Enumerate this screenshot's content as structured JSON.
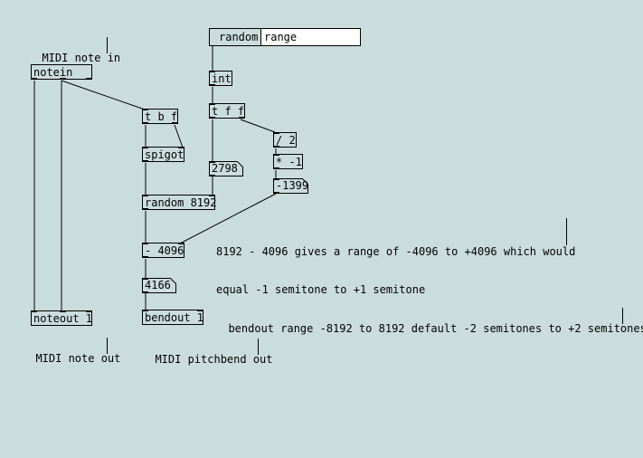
{
  "comments": {
    "midi_note_in": "MIDI note in",
    "midi_note_out": "MIDI note out",
    "midi_pitchbend_out": "MIDI pitchbend out",
    "range_note_line1": "8192 - 4096 gives a range of -4096 to +4096 which would",
    "range_note_line2": "equal -1 semitone to +1 semitone",
    "bendout_note": "bendout range -8192 to 8192 default -2 semitones to +2 semitones"
  },
  "objects": {
    "notein": "notein",
    "noteout": "noteout 1",
    "t_b_f": "t b f",
    "spigot": "spigot",
    "random_8192": "random 8192",
    "minus_4096": "- 4096",
    "bendout": "bendout 1",
    "random_label": "random",
    "range_label": "range",
    "int": "int",
    "t_f_f": "t f f",
    "div_2": "/ 2",
    "mul_neg1": "* -1"
  },
  "numbers": {
    "n2798": "2798",
    "n_neg1399": "-1399",
    "n4166": "4166"
  },
  "colors": {
    "background": "#cbdcdc",
    "ink": "#000000",
    "field": "#ffffff"
  }
}
